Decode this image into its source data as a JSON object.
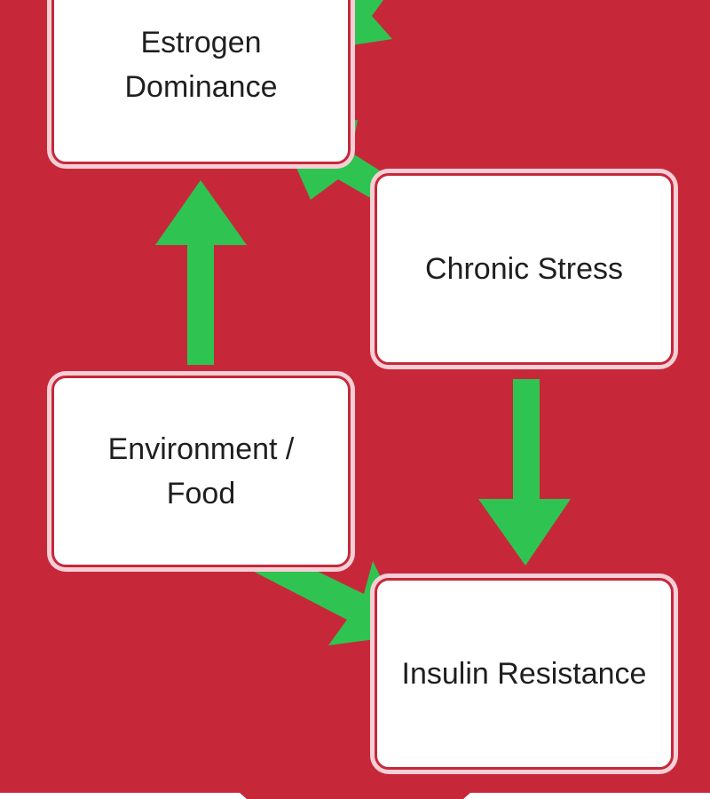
{
  "colors": {
    "background": "#c6283a",
    "arrow": "#2fc452",
    "node_fill": "#ffffff",
    "node_border": "#c6283a",
    "node_halo": "#f6cfd6",
    "bottom_band": "#ffffff"
  },
  "nodes": {
    "estrogen": {
      "label": "Estrogen Dominance"
    },
    "stress": {
      "label": "Chronic Stress"
    },
    "environment": {
      "label": "Environment / Food"
    },
    "insulin": {
      "label": "Insulin Resistance"
    }
  },
  "edges": [
    {
      "from": "environment",
      "to": "estrogen"
    },
    {
      "from": "stress",
      "to": "estrogen"
    },
    {
      "from": "stress",
      "to": "insulin"
    },
    {
      "from": "environment",
      "to": "insulin"
    },
    {
      "from": "offscreen-top",
      "to": "estrogen"
    }
  ]
}
